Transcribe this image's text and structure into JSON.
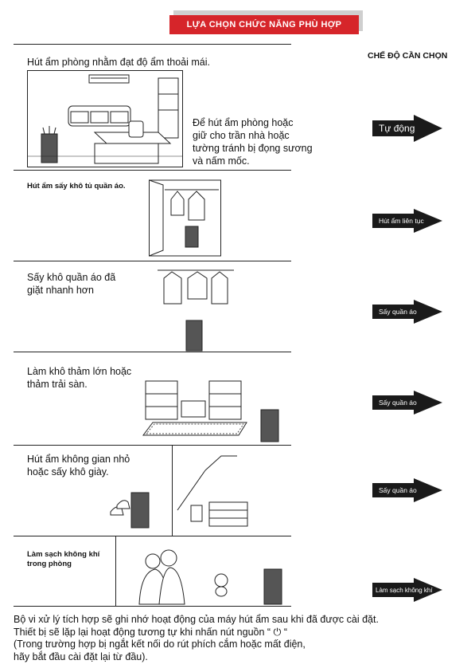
{
  "banner": "LỰA CHỌN CHỨC NĂNG PHÙ HỢP",
  "column_header": "CHẾ ĐỘ CẦN CHỌN",
  "rows": [
    {
      "desc": "Hút ẩm phòng nhằm đạt độ ẩm thoải mái.",
      "detail": [
        "Để hút ẩm phòng hoặc",
        "giữ cho trần nhà hoặc",
        "tường tránh bị đọng sương",
        "và nấm mốc."
      ],
      "mode": "Tự động"
    },
    {
      "desc": "Hút ẩm sấy khô tủ quần áo.",
      "mode": "Hút ẩm liên tục"
    },
    {
      "desc_lines": [
        "Sấy khô quần áo đã",
        "giặt nhanh hơn"
      ],
      "mode": "Sấy quần áo"
    },
    {
      "desc_lines": [
        "Làm khô thảm lớn hoặc",
        "thảm trải sàn."
      ],
      "mode": "Sấy quần áo"
    },
    {
      "desc_lines": [
        "Hút ẩm không gian nhỏ",
        "hoặc sấy khô giày."
      ],
      "mode": "Sấy quần áo"
    },
    {
      "desc_lines": [
        "Làm sạch không khí",
        "trong phòng"
      ],
      "mode": "Làm sạch không khí"
    }
  ],
  "footer": [
    "Bộ vi xử lý tích hợp sẽ ghi nhớ hoạt động của máy hút ẩm sau khi đã được cài đặt.",
    "Thiết bị sẽ lặp lại hoạt động tương tự khi nhấn nút nguồn  “ ⏻ “",
    "(Trong trường hợp bị ngắt kết nối do rút phích cắm hoặc mất điện,",
    "hãy bắt đầu cài đặt lại từ đầu)."
  ],
  "colors": {
    "banner": "#d6252a",
    "arrow": "#1a1a1a"
  }
}
